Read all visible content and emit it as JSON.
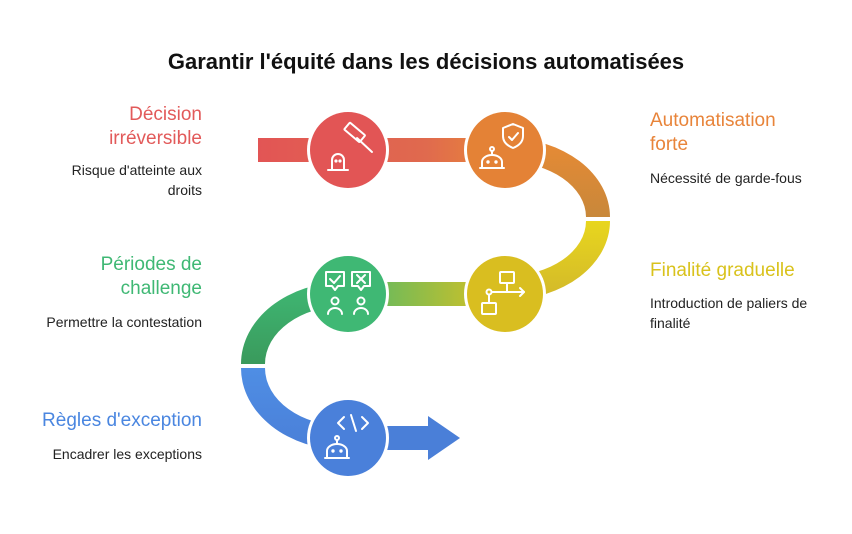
{
  "title": "Garantir l'équité dans les décisions automatisées",
  "steps": [
    {
      "label_line1": "Décision",
      "label_line2": "irréversible",
      "desc_line1": "Risque d'atteinte aux",
      "desc_line2": "droits",
      "icon": "gavel-icon",
      "color": "#e05a5a"
    },
    {
      "label_line1": "Automatisation",
      "label_line2": "forte",
      "desc_line1": "Nécessité de garde-fous",
      "icon": "robot-shield-icon",
      "color": "#e8843a"
    },
    {
      "label_line1": "Finalité graduelle",
      "desc_line1": "Introduction de paliers de",
      "desc_line2": "finalité",
      "icon": "flowchart-icon",
      "color": "#e6c81e"
    },
    {
      "label_line1": "Périodes de",
      "label_line2": "challenge",
      "desc_line1": "Permettre la contestation",
      "icon": "people-vote-icon",
      "color": "#3fb874"
    },
    {
      "label_line1": "Règles d'exception",
      "desc_line1": "Encadrer les exceptions",
      "icon": "robot-code-icon",
      "color": "#4a86e0"
    }
  ]
}
